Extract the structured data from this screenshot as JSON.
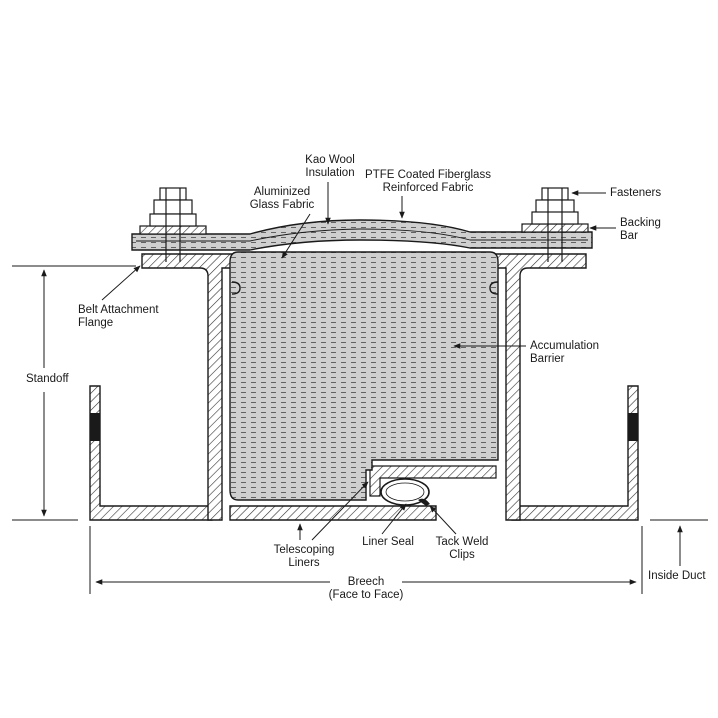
{
  "labels": {
    "kao_wool": [
      "Kao Wool",
      "Insulation"
    ],
    "ptfe": [
      "PTFE Coated Fiberglass",
      "Reinforced Fabric"
    ],
    "aluminized": [
      "Aluminized",
      "Glass Fabric"
    ],
    "fasteners": "Fasteners",
    "backing_bar": [
      "Backing",
      "Bar"
    ],
    "belt_flange": [
      "Belt Attachment",
      "Flange"
    ],
    "accumulation": [
      "Accumulation",
      "Barrier"
    ],
    "standoff": "Standoff",
    "telescoping": [
      "Telescoping",
      "Liners"
    ],
    "liner_seal": "Liner Seal",
    "tack_weld": [
      "Tack Weld",
      "Clips"
    ],
    "inside_duct": "Inside Duct",
    "breech": [
      "Breech",
      "(Face to Face)"
    ]
  },
  "colors": {
    "line": "#1a1a1a",
    "fill_fabric": "#d9d9d9",
    "hatch": "#555555",
    "barrier_fill": "#c8c8c8"
  }
}
